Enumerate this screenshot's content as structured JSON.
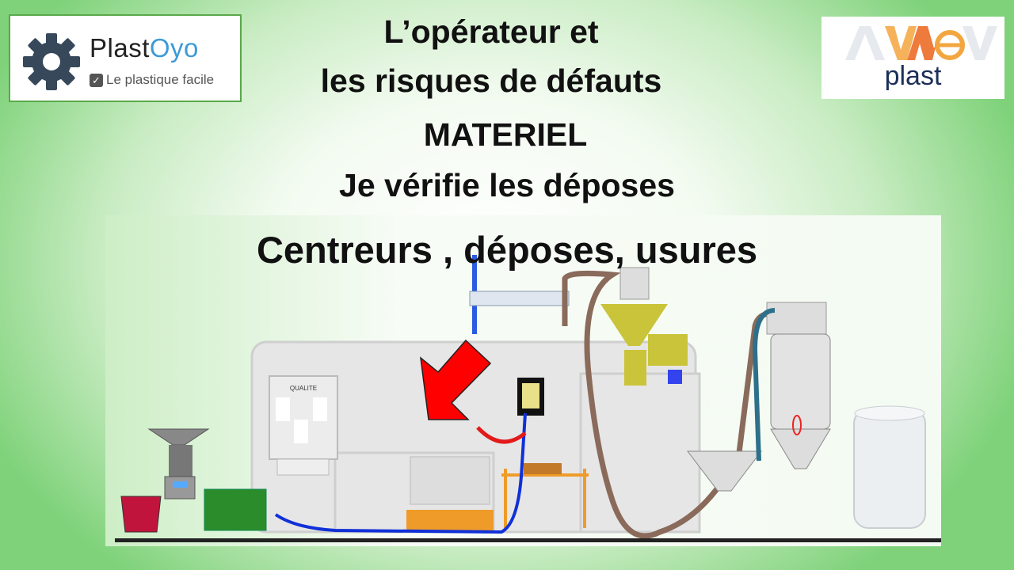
{
  "logos": {
    "plastoyo": {
      "name_part1": "Plast",
      "name_part2": "Oyo",
      "tagline": "Le plastique facile"
    },
    "awev": {
      "letters": "AWeV",
      "sub": "plast"
    }
  },
  "title": {
    "line1": "L’opérateur et",
    "line2": "les risques de défauts",
    "line3": "MATERIEL",
    "line4": "Je vérifie les déposes",
    "line5": "Centreurs , déposes, usures"
  },
  "illustration": {
    "cabinet_label": "QUALITE"
  },
  "colors": {
    "accent_green": "#7fd27a",
    "arrow_red": "#ff0000",
    "oyo_blue": "#3d9bd6"
  }
}
